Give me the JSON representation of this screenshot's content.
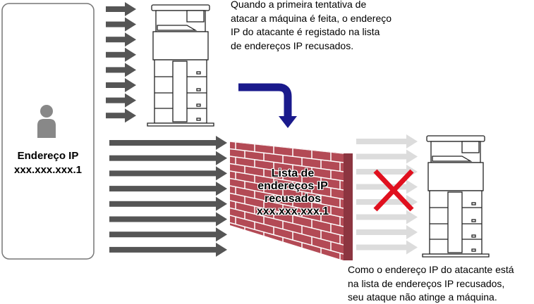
{
  "attacker": {
    "label": "Endereço IP",
    "ip": "xxx.xxx.xxx.1"
  },
  "top_note": [
    "Quando a primeira tentativa de",
    "atacar a máquina é feita, o endereço",
    "IP do atacante é registado na lista",
    "de endereços IP recusados."
  ],
  "wall": {
    "lines": [
      "Lista de",
      "endereços IP",
      "recusados",
      "xxx.xxx.xxx.1"
    ]
  },
  "bottom_note": [
    "Como o endereço IP do atacante está",
    "na lista de endereços IP recusados,",
    "seu ataque não atinge a máquina."
  ],
  "colors": {
    "arrow": "#555555",
    "blocked_arrow": "#dcdcdc",
    "brick": "#b34a55",
    "mortar": "#ffffff",
    "flow_arrow": "#1a1a8c",
    "cross": "#e0101e"
  }
}
